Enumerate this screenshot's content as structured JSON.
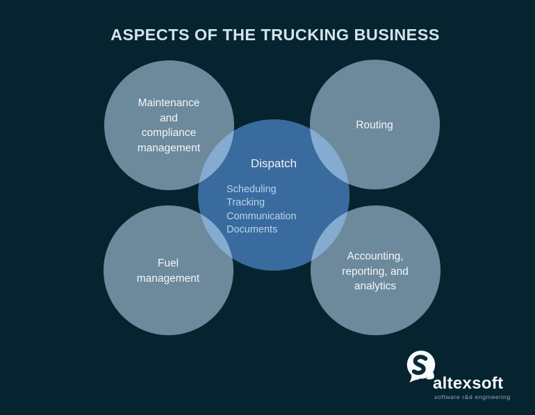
{
  "title": "ASPECTS OF THE TRUCKING BUSINESS",
  "colors": {
    "background": "#062430",
    "center_circle": "#3a6b9e",
    "satellite_circle": "rgba(205,230,255,0.52)",
    "title_text": "#d2e4ea",
    "circle_text": "#f3f7fa",
    "dispatch_text": "#ecf3fa",
    "list_text": "#b9d4ea",
    "brand_text": "#f4f8fa",
    "tagline_text": "#94aab5",
    "logo_mark": "#fafdfe",
    "logo_swirl": "#0a2a36"
  },
  "diagram": {
    "center": {
      "label": "Dispatch",
      "items": [
        "Scheduling",
        "Tracking",
        "Communication",
        "Documents"
      ]
    },
    "satellites": {
      "maintenance": {
        "lines": [
          "Maintenance",
          "and",
          "compliance",
          "management"
        ]
      },
      "routing": {
        "lines": [
          "Routing"
        ]
      },
      "fuel": {
        "lines": [
          "Fuel",
          "management"
        ]
      },
      "accounting": {
        "lines": [
          "Accounting,",
          "reporting, and",
          "analytics"
        ]
      }
    }
  },
  "logo": {
    "brand": "altexsoft",
    "tagline": "software r&d engineering",
    "icon": "altexsoft-a-swirl-icon"
  }
}
